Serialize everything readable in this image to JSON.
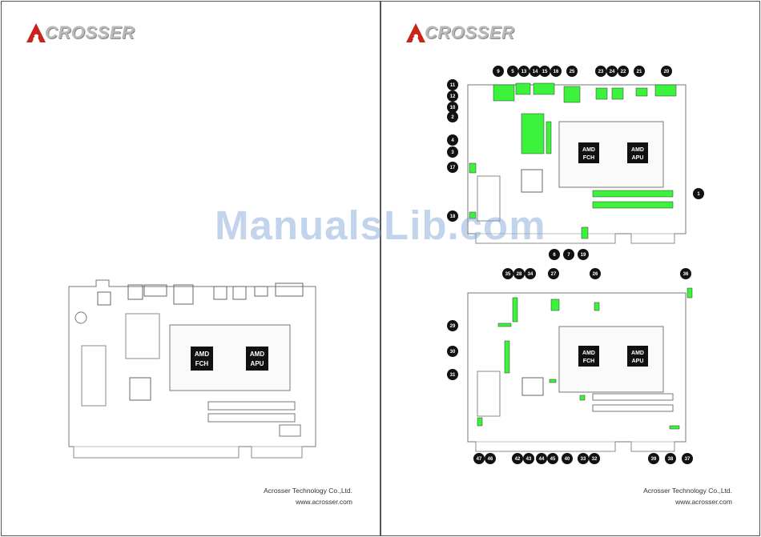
{
  "document": {
    "logo_text": "CROSSER",
    "logo_letter": "a",
    "footer_company": "Acrosser Technology Co.,Ltd.",
    "footer_url": "www.acrosser.com",
    "watermark": "ManualsLib.com"
  },
  "chips": {
    "fch_line1": "AMD",
    "fch_line2": "FCH",
    "apu_line1": "AMD",
    "apu_line2": "APU"
  },
  "colors": {
    "highlight": "#3cf23c",
    "badge": "#111111",
    "board_line": "#777777",
    "logo_red": "#c9241c"
  },
  "callouts": {
    "top": [
      "1",
      "2",
      "3",
      "4",
      "5",
      "6",
      "7",
      "9",
      "10",
      "11",
      "12",
      "13",
      "14",
      "15",
      "16",
      "17",
      "18",
      "19",
      "20",
      "21",
      "22",
      "23",
      "24",
      "25"
    ],
    "bottom": [
      "26",
      "27",
      "28",
      "29",
      "30",
      "31",
      "32",
      "33",
      "34",
      "35",
      "36",
      "37",
      "38",
      "39",
      "40",
      "42",
      "43",
      "44",
      "45",
      "46",
      "47"
    ]
  }
}
